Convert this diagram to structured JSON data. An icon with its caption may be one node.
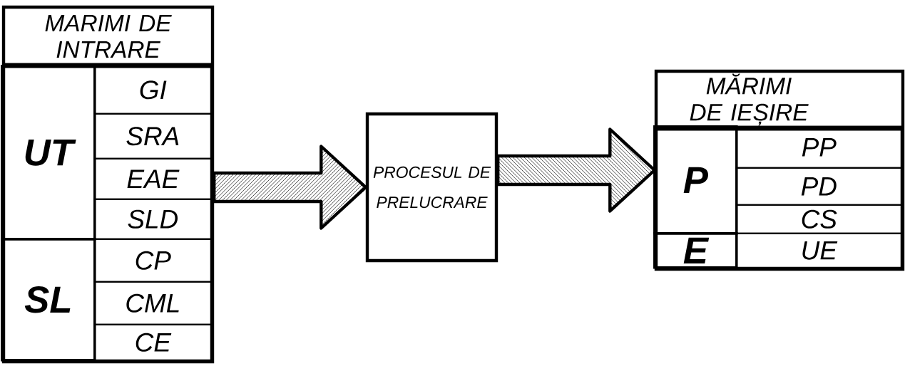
{
  "diagram": {
    "nodes": [
      {
        "text": [
          "MARIMI DE INTRARE"
        ]
      },
      {
        "text": [
          "UT"
        ],
        "in": 0
      },
      {
        "text": [
          "GI"
        ],
        "in": 0
      },
      {
        "text": [
          "SRA"
        ],
        "in": 0
      },
      {
        "text": [
          "EAE"
        ],
        "in": 0
      },
      {
        "text": [
          "SLD"
        ],
        "in": 0
      },
      {
        "text": [
          "SL"
        ],
        "in": 0
      },
      {
        "text": [
          "CP"
        ],
        "in": 0
      },
      {
        "text": [
          "CML"
        ],
        "in": 0
      },
      {
        "text": [
          "CE"
        ],
        "in": 0
      },
      {
        "text": [
          "PROCESUL DE PRELUCRARE"
        ]
      },
      {
        "text": [
          "MĂRIMI DE IEȘIRE"
        ]
      },
      {
        "text": [
          "P"
        ],
        "in": 11
      },
      {
        "text": [
          "PP"
        ],
        "in": 11
      },
      {
        "text": [
          "PD"
        ],
        "in": 11
      },
      {
        "text": [
          "CS"
        ],
        "in": 11
      },
      {
        "text": [
          "E"
        ],
        "in": 11
      },
      {
        "text": [
          "UE"
        ],
        "in": 11
      }
    ],
    "edges": [
      {
        "from": 0,
        "to": 10,
        "arrow": "to",
        "style": "thick"
      },
      {
        "from": 10,
        "to": 11,
        "arrow": "to",
        "style": "thick"
      }
    ]
  }
}
